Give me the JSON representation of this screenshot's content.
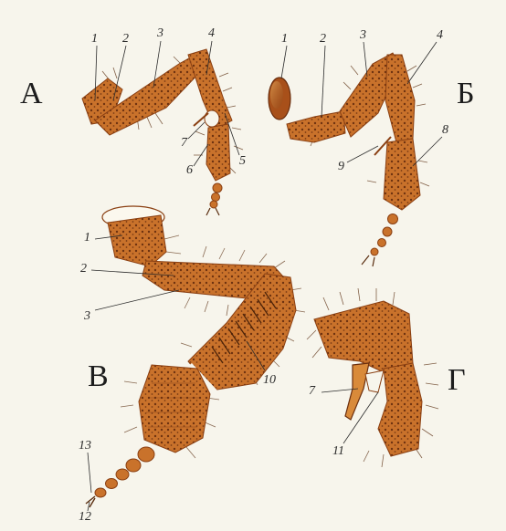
{
  "panels": {
    "a": "А",
    "b": "Б",
    "v": "В",
    "g": "Г"
  },
  "labels": {
    "a1": "1",
    "a2": "2",
    "a3": "3",
    "a4": "4",
    "a5": "5",
    "a6": "6",
    "a7": "7",
    "b1": "1",
    "b2": "2",
    "b3": "3",
    "b4": "4",
    "b8": "8",
    "b9": "9",
    "v1": "1",
    "v2": "2",
    "v3": "3",
    "v10": "10",
    "v12": "12",
    "v13": "13",
    "g7": "7",
    "g11": "11"
  },
  "colors": {
    "leg_fill": "#c9722b",
    "leg_dark": "#8a3f12",
    "leg_light": "#e3a458",
    "hair": "#5a2e10",
    "line": "#2b2b2b",
    "background": "#f7f5ec"
  }
}
